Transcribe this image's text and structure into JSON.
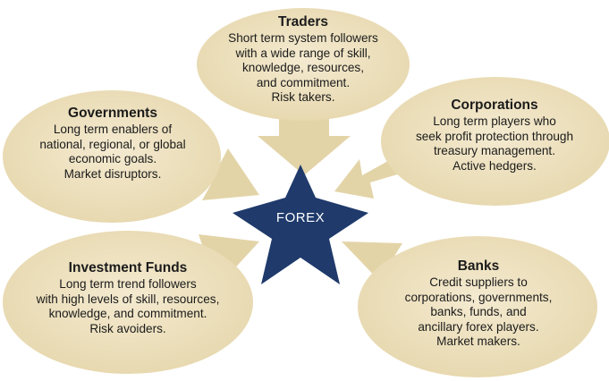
{
  "colors": {
    "bubble_fill": "#eee2c0",
    "bubble_edge": "#e2d3a6",
    "star_fill": "#1f3a6b",
    "text": "#1b1b1b",
    "center_text": "#ffffff"
  },
  "center": {
    "label": "FOREX"
  },
  "nodes": {
    "traders": {
      "title": "Traders",
      "lines": [
        "Short term system followers",
        "with a wide range of skill,",
        "knowledge, resources,",
        "and commitment.",
        "Risk takers."
      ]
    },
    "governments": {
      "title": "Governments",
      "lines": [
        "Long term enablers of",
        "national, regional, or global",
        "economic goals.",
        "Market disruptors."
      ]
    },
    "corporations": {
      "title": "Corporations",
      "lines": [
        "Long term players who",
        "seek profit protection through",
        "treasury management.",
        "Active hedgers."
      ]
    },
    "investment_funds": {
      "title": "Investment Funds",
      "lines": [
        "Long term trend followers",
        "with high levels of skill, resources,",
        "knowledge, and commitment.",
        "Risk avoiders."
      ]
    },
    "banks": {
      "title": "Banks",
      "lines": [
        "Credit suppliers to",
        "corporations, governments,",
        "banks, funds, and",
        "ancillary forex players.",
        "Market makers."
      ]
    }
  }
}
